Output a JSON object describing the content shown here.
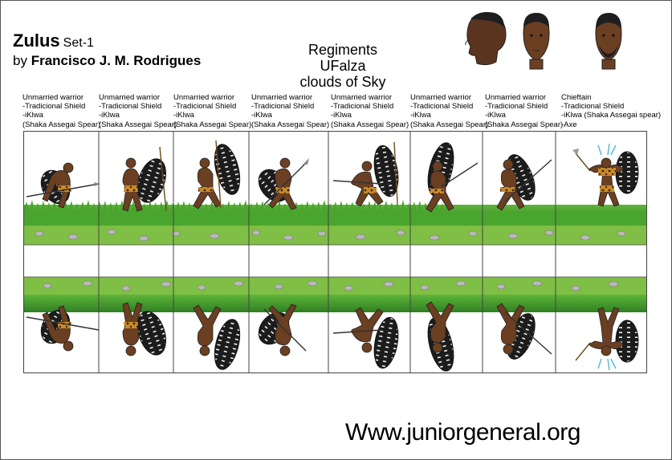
{
  "title": {
    "name": "Zulus",
    "set": "Set-1"
  },
  "byline": {
    "prefix": "by",
    "author": "Francisco J. M. Rodrigues"
  },
  "regiment": {
    "line1": "Regiments",
    "line2": "UFalza",
    "line3": "clouds of Sky"
  },
  "figures": [
    {
      "l1": "Unmarried warrior",
      "l2": "-Tradicional Shield",
      "l3": "-iKlwa",
      "l4": " (Shaka Assegai Spear)"
    },
    {
      "l1": "Unmarried warrior",
      "l2": "-Tradicional Shield",
      "l3": "-iKlwa",
      "l4": " (Shaka Assegai Spear)"
    },
    {
      "l1": "Unmarried warrior",
      "l2": "-Tradicional Shield",
      "l3": "-iKlwa",
      "l4": "(Shaka Assegai Spear)"
    },
    {
      "l1": "Unmarried warrior",
      "l2": "-Tradicional Shield",
      "l3": "-iKlwa",
      "l4": " (Shaka Assegai Spear)"
    },
    {
      "l1": "Unmarried warrior",
      "l2": "-Tradicional Shield",
      "l3": "-iKlwa",
      "l4": " (Shaka Assegai Spear)"
    },
    {
      "l1": "Unmarried warrior",
      "l2": "-Tradicional Shield",
      "l3": "-iKlwa",
      "l4": " (Shaka Assegai Spear)"
    },
    {
      "l1": "Unmarried warrior",
      "l2": "-Tradicional Shield",
      "l3": "-iKlwa",
      "l4": " (Shaka Assegai Spear)"
    },
    {
      "l1": "Chieftain",
      "l2": "-Tradicional Shield",
      "l3": "-iKlwa (Shaka Assegai spear)",
      "l4": "-Axe"
    }
  ],
  "website": "Www.juniorgeneral.org",
  "colors": {
    "grass": "#3f9a2a",
    "skin": "#6b3f22",
    "shield": "#1c1c1c",
    "leopard": "#c98a2a"
  }
}
